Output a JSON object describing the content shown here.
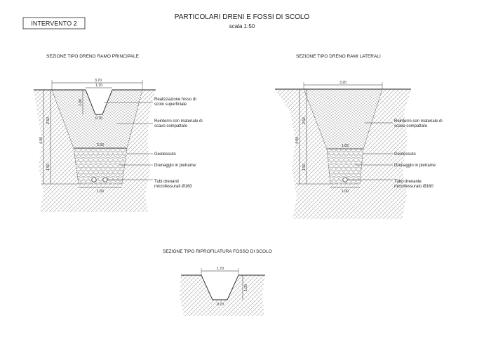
{
  "header": {
    "tag": "INTERVENTO 2",
    "title": "PARTICOLARI DRENI E FOSSI DI SCOLO",
    "scale": "scala 1:50"
  },
  "sections": {
    "main": {
      "title": "SEZIONE TIPO DRENO RAMO PRINCIPALE",
      "dim_top": "3.70",
      "dim_ditch_top": "1.70",
      "dim_ditch_depth": "1.00",
      "dim_ditch_bottom": "0.70",
      "dim_upper_depth": "2.50",
      "dim_total_depth": "4.00",
      "dim_lower_depth": "1.50",
      "dim_mid_width": "2.33",
      "dim_bottom_width": "1.50",
      "labels": [
        "Realizzazione fosso di",
        "scolo superficiale",
        "Reinterro con materiale di",
        "scavo compattato",
        "Geotessuto",
        "Drenaggio in pietrame",
        "Tubi drenanti",
        "microfessurati Ø160"
      ]
    },
    "lateral": {
      "title": "SEZIONE TIPO DRENO RAMI LATERALI",
      "dim_top": "3.20",
      "dim_upper_depth": "2.50",
      "dim_total_depth": "4.00",
      "dim_lower_depth": "1.50",
      "dim_mid_width": "1.83",
      "dim_bottom_width": "1.00",
      "labels": [
        "Reinterro con materiale di",
        "scavo compattato",
        "Geotessuto",
        "Drenaggio in pietrame",
        "Tubo drenante",
        "microfessurato Ø160"
      ]
    },
    "reprofile": {
      "title": "SEZIONE TIPO RIPROFILATURA FOSSO DI SCOLO",
      "dim_top": "1.70",
      "dim_depth": "1.00",
      "dim_bottom": "0.70"
    }
  },
  "colors": {
    "ink": "#222222",
    "hatch": "#8a8a8a",
    "paper": "#ffffff"
  }
}
